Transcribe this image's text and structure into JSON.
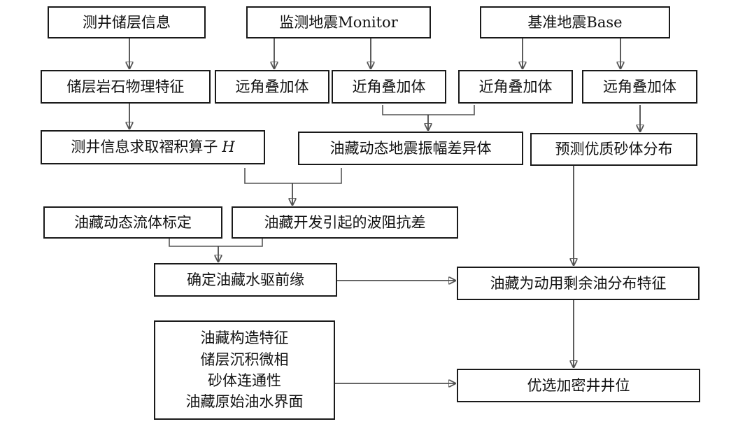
{
  "nodes": {
    "well_reservoir_info": "测井储层信息",
    "monitor_seismic": "监测地震Monitor",
    "base_seismic": "基准地震Base",
    "rock_physics": "储层岩石物理特征",
    "monitor_far_stack": "远角叠加体",
    "monitor_near_stack": "近角叠加体",
    "base_near_stack": "近角叠加体",
    "base_far_stack": "远角叠加体",
    "well_operator_h": "测井信息求取褶积算子",
    "well_operator_h_symbol": "H",
    "amplitude_difference": "油藏动态地震振幅差异体",
    "sand_prediction": "预测优质砂体分布",
    "fluid_calibration": "油藏动态流体标定",
    "impedance_difference": "油藏开发引起的波阻抗差",
    "water_front": "确定油藏水驱前缘",
    "remaining_oil": "油藏为动用剩余油分布特征",
    "geology_factors": [
      "油藏构造特征",
      "储层沉积微相",
      "砂体连通性",
      "油藏原始油水界面"
    ],
    "infill_wells": "优选加密井井位"
  }
}
